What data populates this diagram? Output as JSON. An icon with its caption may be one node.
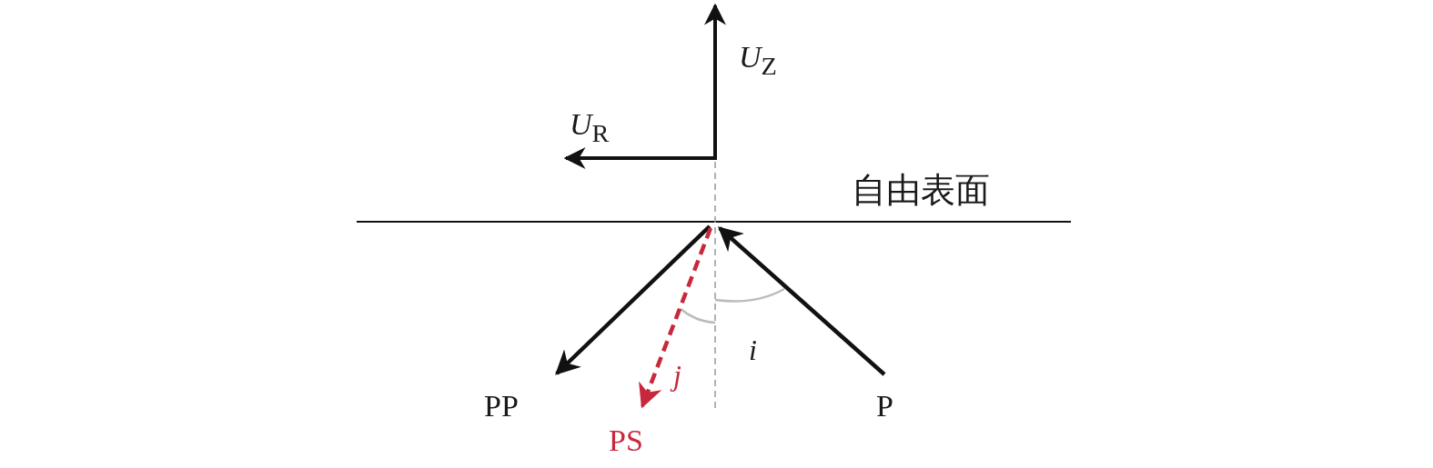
{
  "diagram": {
    "nodes": [
      {
        "text": [
          "P"
        ]
      },
      {
        "text": [
          "PP"
        ]
      },
      {
        "text": [
          "PS"
        ]
      }
    ],
    "edges": [
      {
        "from": 0,
        "to": null,
        "arrow": "to"
      },
      {
        "from": null,
        "to": 1,
        "arrow": "to"
      },
      {
        "from": null,
        "to": 2,
        "arrow": "to",
        "style": "dashed",
        "color": "#c8283c"
      }
    ],
    "labels": [
      "*U*$_{Z}$",
      "*U*$_{R}$",
      "自由表面",
      "*i*",
      "*j*"
    ]
  }
}
